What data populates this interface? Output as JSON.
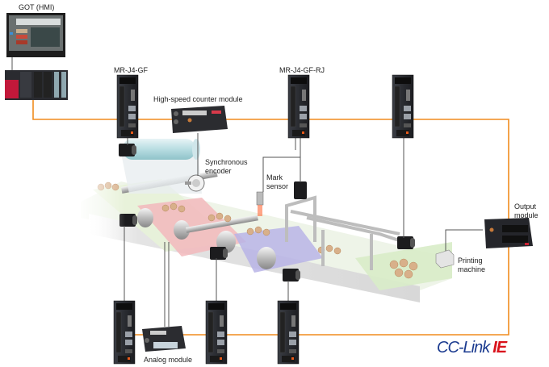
{
  "diagram": {
    "title": "CC-Link IE system configuration",
    "network_color": "#f08c1e",
    "labels": {
      "got": "GOT (HMI)",
      "servo_top_left": "MR-J4-GF",
      "hs_counter": "High-speed counter module",
      "servo_top_mid": "MR-J4-GF-RJ",
      "sync_encoder": "Synchronous encoder",
      "mark_sensor": "Mark sensor",
      "output_module": "Output module",
      "printing_machine": "Printing machine",
      "analog_module": "Analog module"
    },
    "logo": {
      "part1": "CC-Link",
      "part2": "IE",
      "colors": {
        "part1": "#1a3a8f",
        "part2": "#d9121b"
      }
    },
    "nodes": [
      {
        "id": "got",
        "type": "HMI panel",
        "label": "GOT (HMI)"
      },
      {
        "id": "plc",
        "type": "PLC rack"
      },
      {
        "id": "servo1",
        "type": "Servo amplifier",
        "label": "MR-J4-GF"
      },
      {
        "id": "hscounter",
        "type": "Counter module",
        "label": "High-speed counter module"
      },
      {
        "id": "servo2",
        "type": "Servo amplifier",
        "label": "MR-J4-GF-RJ"
      },
      {
        "id": "servo3",
        "type": "Servo amplifier"
      },
      {
        "id": "output",
        "type": "Output module",
        "label": "Output module"
      },
      {
        "id": "servo4",
        "type": "Servo amplifier"
      },
      {
        "id": "analog",
        "type": "Analog module",
        "label": "Analog module"
      },
      {
        "id": "servo5",
        "type": "Servo amplifier"
      },
      {
        "id": "servo6",
        "type": "Servo amplifier"
      },
      {
        "id": "encoder",
        "type": "Encoder",
        "label": "Synchronous encoder"
      },
      {
        "id": "marksensor",
        "type": "Sensor",
        "label": "Mark sensor"
      },
      {
        "id": "printer",
        "type": "Machine",
        "label": "Printing machine"
      }
    ]
  }
}
